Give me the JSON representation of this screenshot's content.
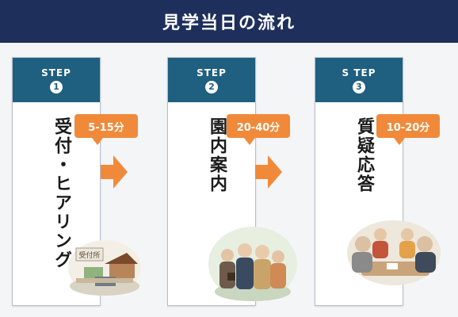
{
  "header": {
    "title": "見学当日の流れ"
  },
  "steps": [
    {
      "step_label": "STEP",
      "number": "1",
      "title": "受付・ヒアリング",
      "duration": "5-15分",
      "illustration": "reception-counter-illustration",
      "sign_text": "受付所"
    },
    {
      "step_label": "STEP",
      "number": "2",
      "title": "園内案内",
      "duration": "20-40分",
      "illustration": "staff-group-illustration"
    },
    {
      "step_label": "S TEP",
      "number": "3",
      "title": "質疑応答",
      "duration": "10-20分",
      "illustration": "meeting-table-illustration"
    }
  ],
  "colors": {
    "banner": "#1f2f5c",
    "step_header": "#1f5f80",
    "accent": "#f08a3a"
  },
  "icons": {
    "flow_arrow": "arrow-right-icon"
  }
}
